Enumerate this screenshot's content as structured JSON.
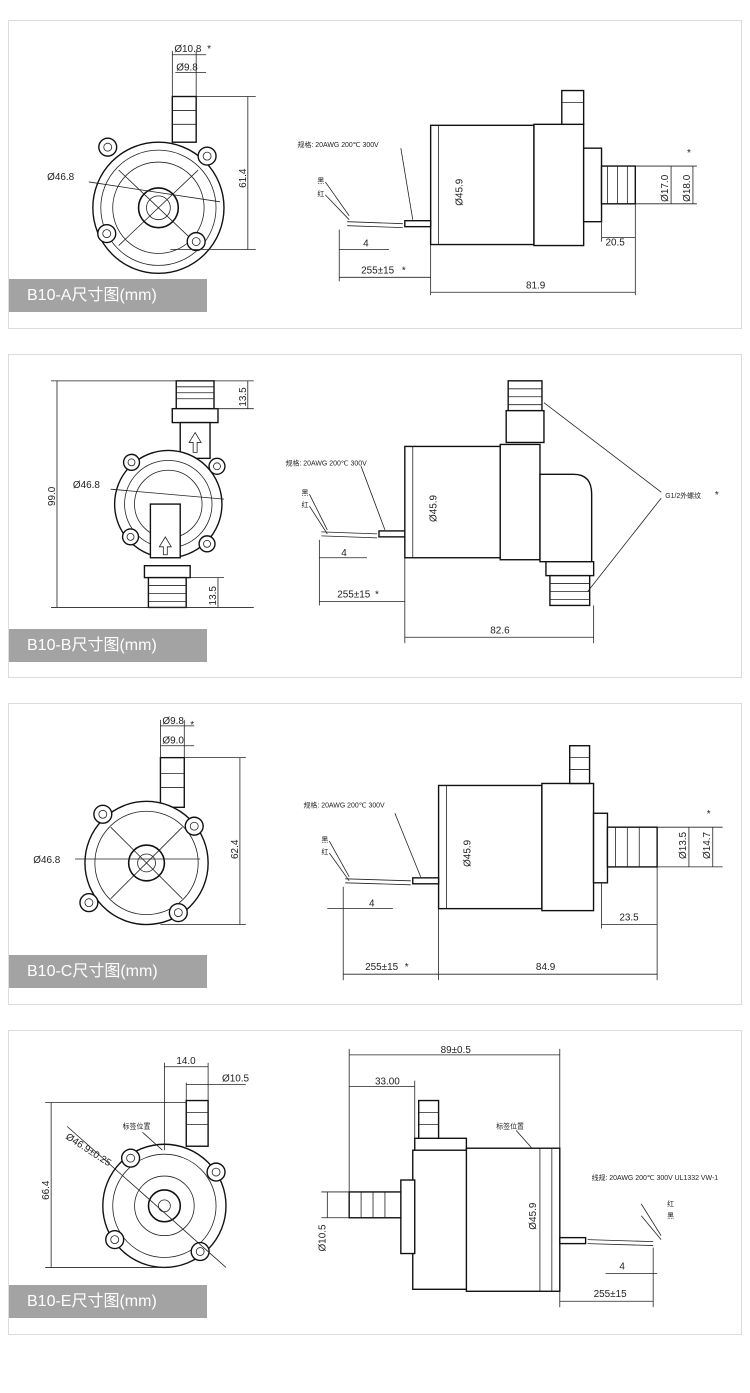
{
  "panels": [
    {
      "caption": "B10-A尺寸图(mm)",
      "dims": {
        "outlet_outer": "Ø10.8",
        "outlet_inner": "Ø9.8",
        "star": "*",
        "body_dia": "Ø46.8",
        "height": "61.4",
        "wire_spec": "规格: 20AWG 200℃ 300V",
        "wire_black": "黑",
        "wire_red": "红",
        "strip": "4",
        "cable": "255±15",
        "cable_star": "*",
        "motor_dia": "Ø45.9",
        "inlet_inner": "Ø17.0",
        "inlet_outer": "Ø18.0",
        "inlet_star": "*",
        "inlet_len": "20.5",
        "length": "81.9"
      }
    },
    {
      "caption": "B10-B尺寸图(mm)",
      "dims": {
        "thread_top": "13.5",
        "height": "99.0",
        "body_dia": "Ø46.8",
        "thread_bottom": "13.5",
        "wire_spec": "规格: 20AWG 200℃ 300V",
        "wire_black": "黑",
        "wire_red": "红",
        "strip": "4",
        "cable": "255±15",
        "cable_star": "*",
        "motor_dia": "Ø45.9",
        "thread_note": "G1/2外螺纹",
        "thread_star": "*",
        "length": "82.6"
      }
    },
    {
      "caption": "B10-C尺寸图(mm)",
      "dims": {
        "outlet_outer": "Ø9.8",
        "outlet_inner": "Ø9.0",
        "star": "*",
        "body_dia": "Ø46.8",
        "height": "62.4",
        "wire_spec": "规格: 20AWG 200℃ 300V",
        "wire_black": "黑",
        "wire_red": "红",
        "strip": "4",
        "cable": "255±15",
        "cable_star": "*",
        "motor_dia": "Ø45.9",
        "inlet_inner": "Ø13.5",
        "inlet_outer": "Ø14.7",
        "inlet_star": "*",
        "inlet_len": "23.5",
        "length": "84.9"
      }
    },
    {
      "caption": "B10-E尺寸图(mm)",
      "dims": {
        "offset": "14.0",
        "outlet": "Ø10.5",
        "label_pos": "标签位置",
        "body_dia": "Ø46.9±0.25",
        "height": "66.4",
        "total": "89±0.5",
        "front_len": "33.00",
        "label_pos2": "标签位置",
        "wire_spec": "线规: 20AWG 200℃ 300V UL1332 VW-1",
        "wire_red": "红",
        "wire_black": "黑",
        "inlet": "Ø10.5",
        "motor_dia": "Ø45.9",
        "strip": "4",
        "cable": "255±15"
      }
    }
  ]
}
